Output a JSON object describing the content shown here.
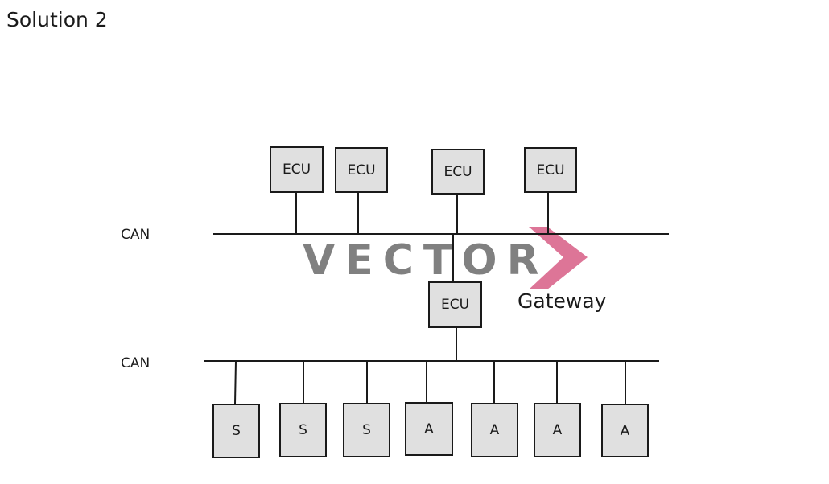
{
  "title": "Solution 2",
  "watermark": {
    "text": "VECTOR",
    "chevron_color": "#d9668c",
    "text_color": "#7a7a7a"
  },
  "buses": [
    {
      "id": "can-top",
      "label": "CAN"
    },
    {
      "id": "can-bottom",
      "label": "CAN"
    }
  ],
  "top_ecus": [
    {
      "label": "ECU"
    },
    {
      "label": "ECU"
    },
    {
      "label": "ECU"
    },
    {
      "label": "ECU"
    }
  ],
  "gateway": {
    "node_label": "ECU",
    "caption": "Gateway"
  },
  "bottom_nodes": [
    {
      "label": "S"
    },
    {
      "label": "S"
    },
    {
      "label": "S"
    },
    {
      "label": "A"
    },
    {
      "label": "A"
    },
    {
      "label": "A"
    },
    {
      "label": "A"
    }
  ],
  "colors": {
    "node_fill": "#e0e0e0",
    "line": "#1a1a1a"
  }
}
